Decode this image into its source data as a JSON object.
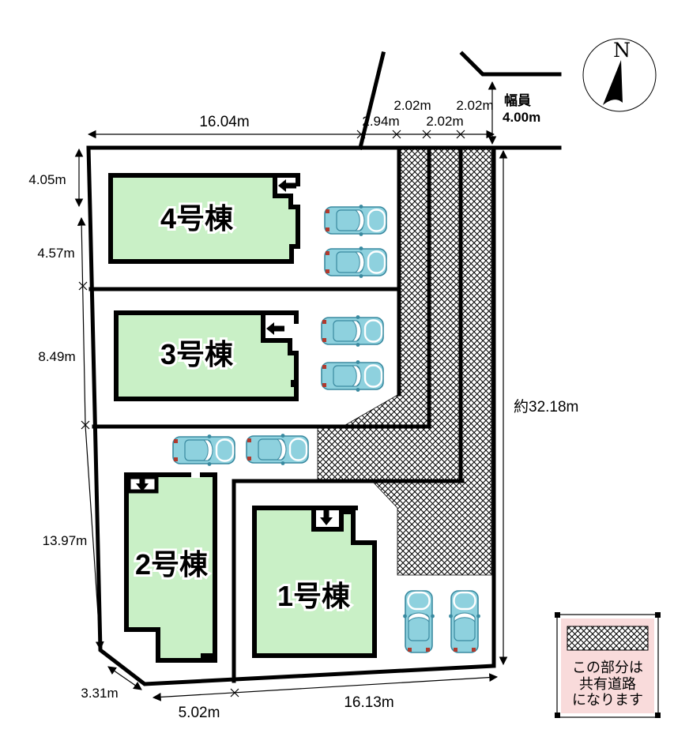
{
  "compass": {
    "north": "N"
  },
  "road": {
    "width_caption": "幅員",
    "width_value": "4.00m"
  },
  "dimensions": {
    "top_total": "16.04m",
    "top_seg1": "2.94m",
    "top_seg2": "2.02m",
    "top_seg3": "2.02m",
    "top_seg4": "2.02m",
    "right_total": "約32.18m",
    "left_seg1": "4.05m",
    "left_seg2": "4.57m",
    "left_seg3": "8.49m",
    "left_seg4": "13.97m",
    "corner": "3.31m",
    "bottom_seg1": "5.02m",
    "bottom_seg2": "16.13m"
  },
  "buildings": {
    "unit1": "1号棟",
    "unit2": "2号棟",
    "unit3": "3号棟",
    "unit4": "4号棟"
  },
  "legend": {
    "line1": "この部分は",
    "line2": "共有道路",
    "line3": "になります"
  },
  "colors": {
    "building_fill": "#c9f0c6",
    "car_fill": "#8ed1de",
    "car_stroke": "#3a8aa0",
    "legend_bg": "#f9dbdb",
    "line_color": "#000000"
  }
}
